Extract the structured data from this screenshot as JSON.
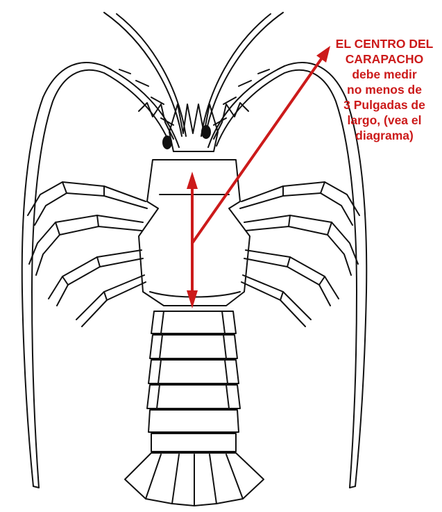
{
  "colors": {
    "line": "#111111",
    "arrow": "#cc1a1a",
    "caption_text": "#cc1a1a",
    "background": "#ffffff"
  },
  "caption": {
    "lines": [
      "EL CENTRO DEL",
      "CARAPACHO",
      "debe medir",
      "no menos de",
      "3 Pulgadas de",
      "largo, (vea el",
      "diagrama)"
    ]
  }
}
